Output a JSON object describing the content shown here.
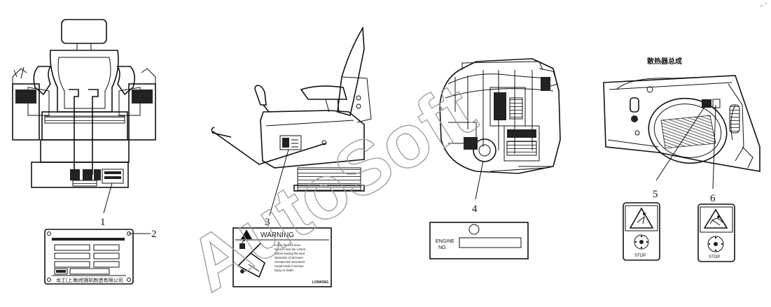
{
  "callouts": [
    "1",
    "2",
    "3",
    "4",
    "5",
    "6"
  ],
  "radiator_title": "散热器总成",
  "watermark": "AutoSoft",
  "warning_label": {
    "heading": "WARNING",
    "text_lines": [
      "Lower the lock lever",
      "Need to lock the control",
      "Before leaving the seat",
      "Operation of all levers",
      "Unexpected movement",
      "Could result in serious",
      "Injury or death"
    ],
    "brand": "LONKING"
  },
  "engine_plate": {
    "line1": "ENGINE",
    "line2": "NO."
  },
  "nameplate_footer": "龙工(上海)挖掘机制造有限公司",
  "stop_label_5": "STOP",
  "stop_label_6": "STOP",
  "colors": {
    "line": "#111111",
    "watermark": "#9a9a9a",
    "background": "#ffffff"
  }
}
